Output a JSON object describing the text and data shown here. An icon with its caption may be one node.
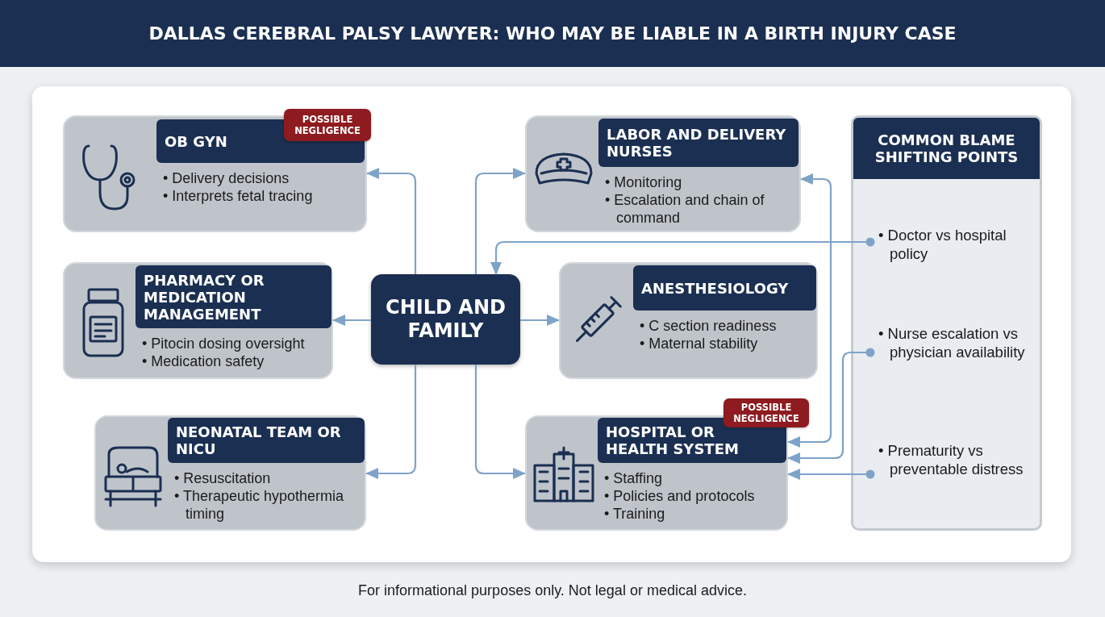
{
  "diagram": {
    "title": "DALLAS CEREBRAL PALSY LAWYER: WHO MAY BE LIABLE IN A BIRTH INJURY CASE",
    "caption": "For informational purposes only. Not legal or medical advice.",
    "nodes": [
      {
        "text": [
          "OB GYN",
          "• Delivery decisions",
          "• Interprets fetal tracing"
        ]
      },
      {
        "text": [
          "POSSIBLE NEGLIGENCE"
        ]
      },
      {
        "text": [
          "LABOR AND DELIVERY NURSES",
          "• Monitoring",
          "• Escalation and chain of command"
        ]
      },
      {
        "text": [
          "COMMON BLAME SHIFTING POINTS"
        ]
      },
      {
        "text": [
          "• Doctor vs hospital policy"
        ],
        "in": 3
      },
      {
        "text": [
          "• Nurse escalation vs physician availability"
        ],
        "in": 3
      },
      {
        "text": [
          "• Prematurity vs preventable distress"
        ],
        "in": 3
      },
      {
        "text": [
          "PHARMACY OR MEDICATION MANAGEMENT",
          "• Pitocin dosing oversight",
          "• Medication safety"
        ]
      },
      {
        "text": [
          "CHILD AND FAMILY"
        ]
      },
      {
        "text": [
          "ANESTHESIOLOGY",
          "• C section readiness",
          "• Maternal stability"
        ]
      },
      {
        "text": [
          "NEONATAL TEAM OR NICU",
          "• Resuscitation",
          "• Therapeutic hypothermia timing"
        ]
      },
      {
        "text": [
          "POSSIBLE NEGLIGENCE"
        ]
      },
      {
        "text": [
          "HOSPITAL OR HEALTH SYSTEM",
          "• Staffing",
          "• Policies and protocols",
          "• Training"
        ]
      }
    ],
    "edges": [
      {
        "from": 8,
        "to": 0,
        "arrow": "to"
      },
      {
        "from": 8,
        "to": 2,
        "arrow": "to"
      },
      {
        "from": 8,
        "to": 7,
        "arrow": "to"
      },
      {
        "from": 8,
        "to": 9,
        "arrow": "to"
      },
      {
        "from": 8,
        "to": 10,
        "arrow": "to"
      },
      {
        "from": 8,
        "to": 12,
        "arrow": "to"
      },
      {
        "from": 4,
        "to": 8,
        "arrow": "to"
      },
      {
        "from": 2,
        "to": 12,
        "arrow": "both"
      },
      {
        "from": 5,
        "to": 12,
        "arrow": "to"
      },
      {
        "from": 6,
        "to": 12,
        "arrow": "to"
      }
    ]
  }
}
